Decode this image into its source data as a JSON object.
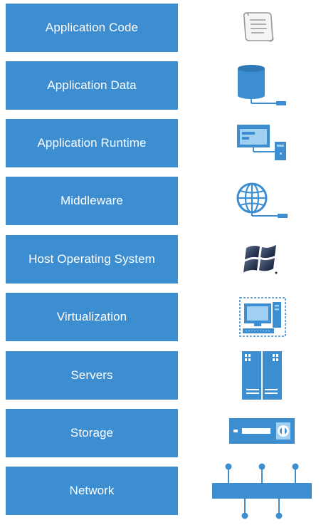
{
  "layers": [
    {
      "label": "Application Code",
      "icon": "script-icon"
    },
    {
      "label": "Application Data",
      "icon": "database-icon"
    },
    {
      "label": "Application Runtime",
      "icon": "application-window-icon"
    },
    {
      "label": "Middleware",
      "icon": "globe-server-icon"
    },
    {
      "label": "Host Operating System",
      "icon": "windows-logo-icon"
    },
    {
      "label": "Virtualization",
      "icon": "virtual-machine-icon"
    },
    {
      "label": "Servers",
      "icon": "server-rack-icon"
    },
    {
      "label": "Storage",
      "icon": "storage-device-icon"
    },
    {
      "label": "Network",
      "icon": "network-bus-icon"
    }
  ],
  "colors": {
    "layer_fill": "#3d8dd1",
    "icon_fill": "#3d8dd1",
    "icon_light": "#9fd0f2",
    "label_text": "#ffffff"
  }
}
